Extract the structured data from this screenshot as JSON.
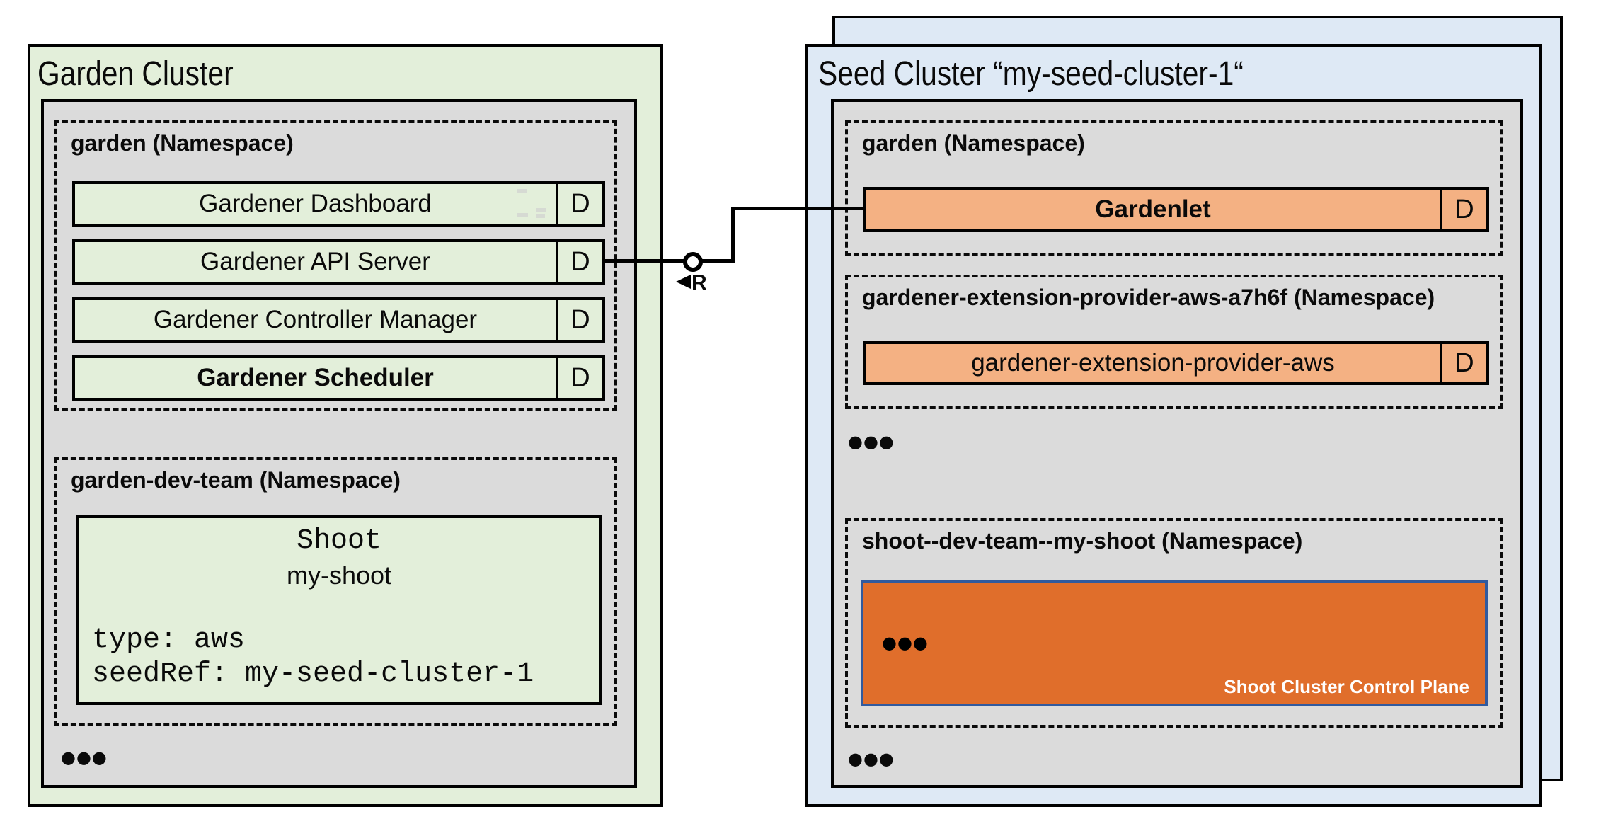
{
  "colors": {
    "garden_cluster_fill": "#E3EFDA",
    "seed_cluster_fill": "#DEE9F5",
    "panel_fill": "#DBDBDB",
    "component_green": "#E3EFDA",
    "component_orange": "#F4B183",
    "control_plane_fill": "#E06E2B",
    "control_plane_border": "#315A9E",
    "line": "#000000"
  },
  "garden_cluster": {
    "title": "Garden Cluster",
    "garden_namespace": {
      "label": "garden (Namespace)",
      "components": [
        {
          "name": "Gardener Dashboard",
          "badge": "D"
        },
        {
          "name": "Gardener API Server",
          "badge": "D"
        },
        {
          "name": "Gardener Controller Manager",
          "badge": "D"
        },
        {
          "name": "Gardener Scheduler",
          "badge": "D"
        }
      ]
    },
    "dev_namespace": {
      "label": "garden-dev-team (Namespace)",
      "shoot": {
        "kind": "Shoot",
        "name": "my-shoot",
        "spec": [
          "type: aws",
          "seedRef: my-seed-cluster-1"
        ]
      }
    },
    "more": "●●●"
  },
  "connector": {
    "label": "R"
  },
  "seed_cluster": {
    "title": "Seed Cluster “my-seed-cluster-1“",
    "garden_namespace": {
      "label": "garden (Namespace)",
      "components": [
        {
          "name": "Gardenlet",
          "badge": "D"
        }
      ]
    },
    "extension_namespace": {
      "label": "gardener-extension-provider-aws-a7h6f (Namespace)",
      "components": [
        {
          "name": "gardener-extension-provider-aws",
          "badge": "D"
        }
      ]
    },
    "more_top": "●●●",
    "shoot_namespace": {
      "label": "shoot--dev-team--my-shoot (Namespace)",
      "control_plane": {
        "more": "●●●",
        "label": "Shoot Cluster Control Plane"
      }
    },
    "more_bottom": "●●●"
  }
}
